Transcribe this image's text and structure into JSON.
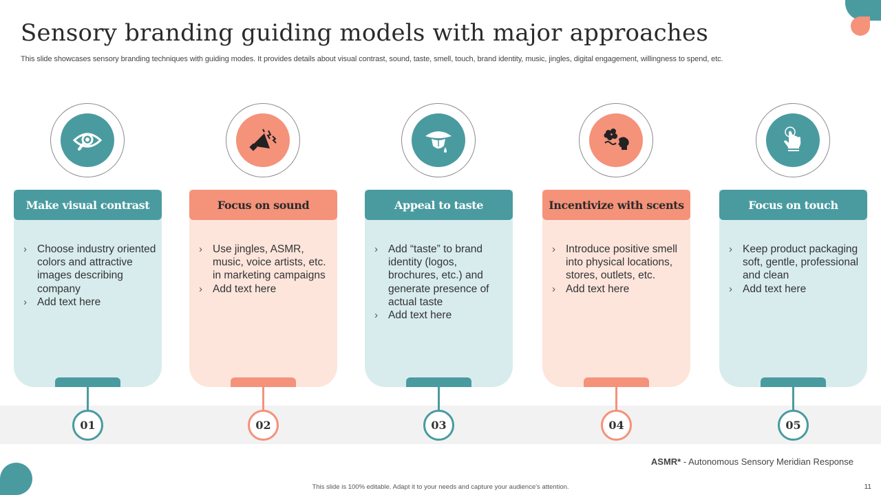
{
  "slide": {
    "title": "Sensory branding guiding models with major approaches",
    "subtitle": "This slide showcases sensory branding techniques with guiding modes. It provides details about visual contrast, sound, taste, smell, touch, brand identity, music, jingles, digital engagement, willingness to spend, etc.",
    "footnote_bold": "ASMR*",
    "footnote_text": " - Autonomous Sensory Meridian Response",
    "bottom_note": "This slide is 100% editable. Adapt it to your needs and capture your audience's attention.",
    "page_number": "11"
  },
  "colors": {
    "teal": "#4a9ba0",
    "salmon": "#f4927a",
    "teal_light": "#d8ecee",
    "salmon_light": "#fde5dc"
  },
  "columns": [
    {
      "icon": "eye-magnifier-icon",
      "heading": "Make visual contrast",
      "number": "01",
      "bullets": [
        "Choose industry oriented colors and attractive images describing company",
        "Add text here"
      ]
    },
    {
      "icon": "megaphone-icon",
      "heading": "Focus on sound",
      "number": "02",
      "bullets": [
        "Use jingles, ASMR, music, voice artists, etc. in marketing campaigns",
        "Add text here"
      ]
    },
    {
      "icon": "mouth-tongue-icon",
      "heading": "Appeal to taste",
      "number": "03",
      "bullets": [
        "Add “taste” to brand identity (logos, brochures, etc.) and generate presence of actual taste",
        "Add text here"
      ]
    },
    {
      "icon": "head-flower-scent-icon",
      "heading": "Incentivize with scents",
      "number": "04",
      "bullets": [
        "Introduce  positive smell into physical locations, stores, outlets,  etc.",
        "Add text here"
      ]
    },
    {
      "icon": "touch-hand-icon",
      "heading": "Focus on touch",
      "number": "05",
      "bullets": [
        "Keep product packaging soft, gentle, professional and clean",
        "Add text here"
      ]
    }
  ]
}
